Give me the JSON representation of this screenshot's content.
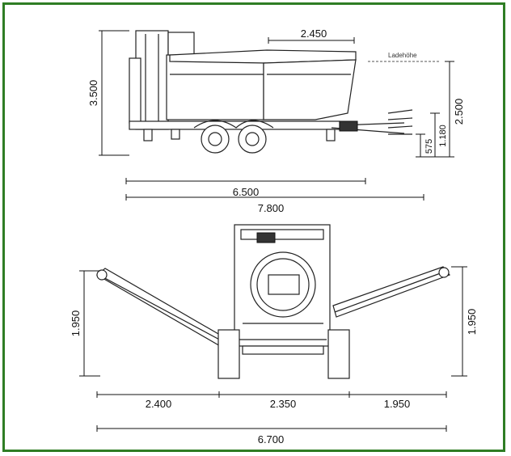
{
  "frame_color": "#2f7d24",
  "side_view": {
    "loading_height_label": "Ladehöhe",
    "dims": {
      "total_height": "3.500",
      "hopper_length": "2.450",
      "loading_height": "2.500",
      "height_1180": "1.180",
      "height_575": "575",
      "length_6500": "6.500",
      "length_7800": "7.800"
    }
  },
  "front_view": {
    "dims": {
      "left_conveyor_height": "1.950",
      "right_conveyor_height": "1.950",
      "left_width": "2.400",
      "center_width": "2.350",
      "right_width": "1.950",
      "total_width": "6.700"
    }
  }
}
